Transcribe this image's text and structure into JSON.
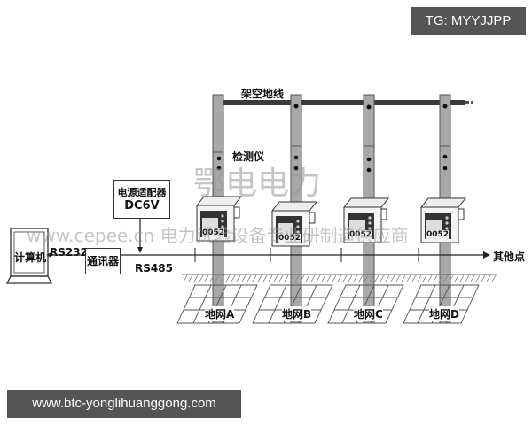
{
  "badges": {
    "top_right": "TG: MYYJJPP",
    "bottom_left": "www.btc-yonglihuanggong.com"
  },
  "diagram": {
    "computer": "计算机",
    "rs232": "RS232",
    "communicator": "通讯器",
    "power_adapter": {
      "line1": "电源适配器",
      "line2": "DC6V"
    },
    "rs485": "RS485",
    "overhead_ground_wire": "架空地线",
    "detector": "检测仪",
    "other_points": "其他点",
    "meter_reading": "0052",
    "ground_grids": [
      "地网A",
      "地网B",
      "地网C",
      "地网D"
    ]
  },
  "watermarks": {
    "company": "鄂电电力",
    "site": "www.cepee.cn  电力试验设备专业研制造供应商"
  },
  "colors": {
    "badge_bg": "#555555",
    "pole": "#a8a8a8",
    "line": "#333333"
  }
}
